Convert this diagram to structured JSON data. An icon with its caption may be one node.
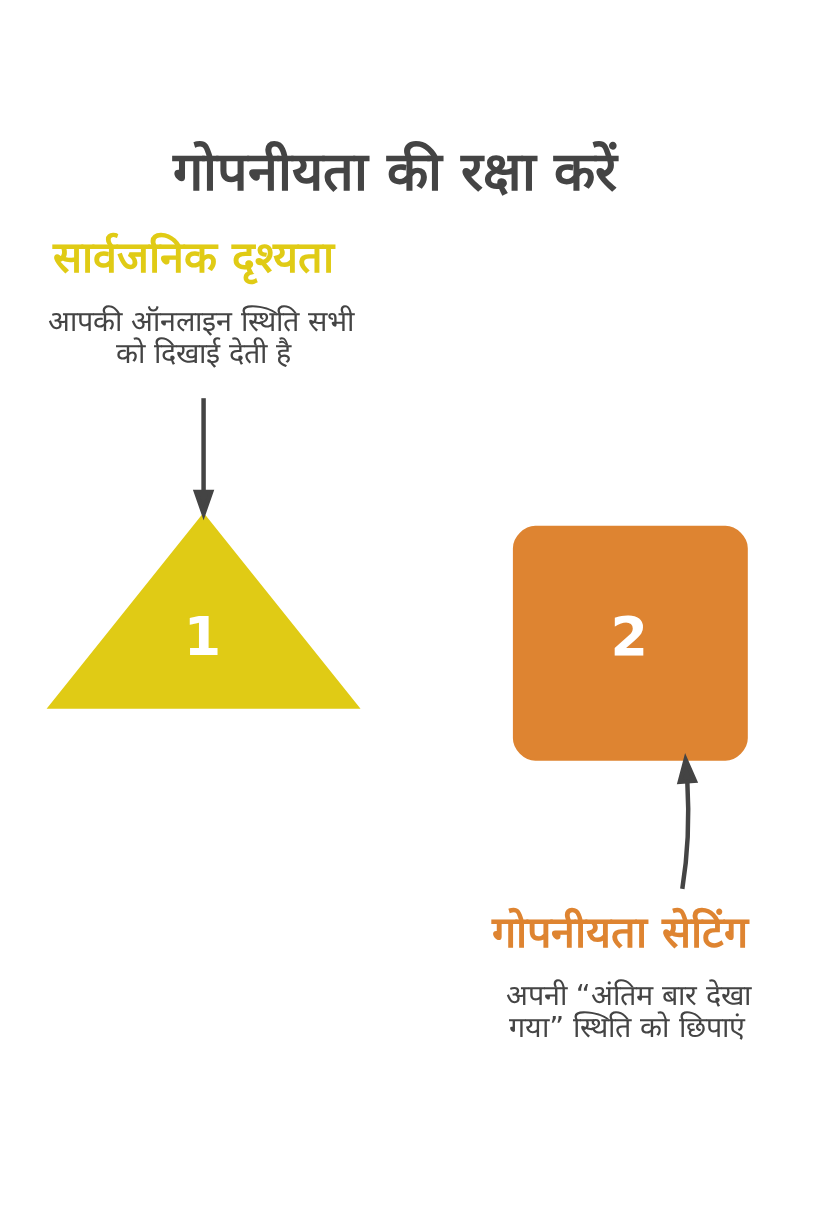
{
  "diagram": {
    "title": "गोपनीयता की रक्षा करें",
    "nodes": [
      {
        "text": [
          "सार्वजनिक दृश्यता",
          "आपकी ऑनलाइन स्थिति सभी को दिखाई देती है"
        ]
      },
      {
        "text": [
          "1"
        ]
      },
      {
        "text": [
          "2"
        ]
      },
      {
        "text": [
          "गोपनीयता सेटिंग",
          "अपनी “अंतिम बार देखा गया” स्थिति को छिपाएं"
        ]
      }
    ],
    "edges": [
      {
        "from": 0,
        "to": 1,
        "arrow": "to"
      },
      {
        "from": 3,
        "to": 2,
        "arrow": "to"
      }
    ]
  }
}
